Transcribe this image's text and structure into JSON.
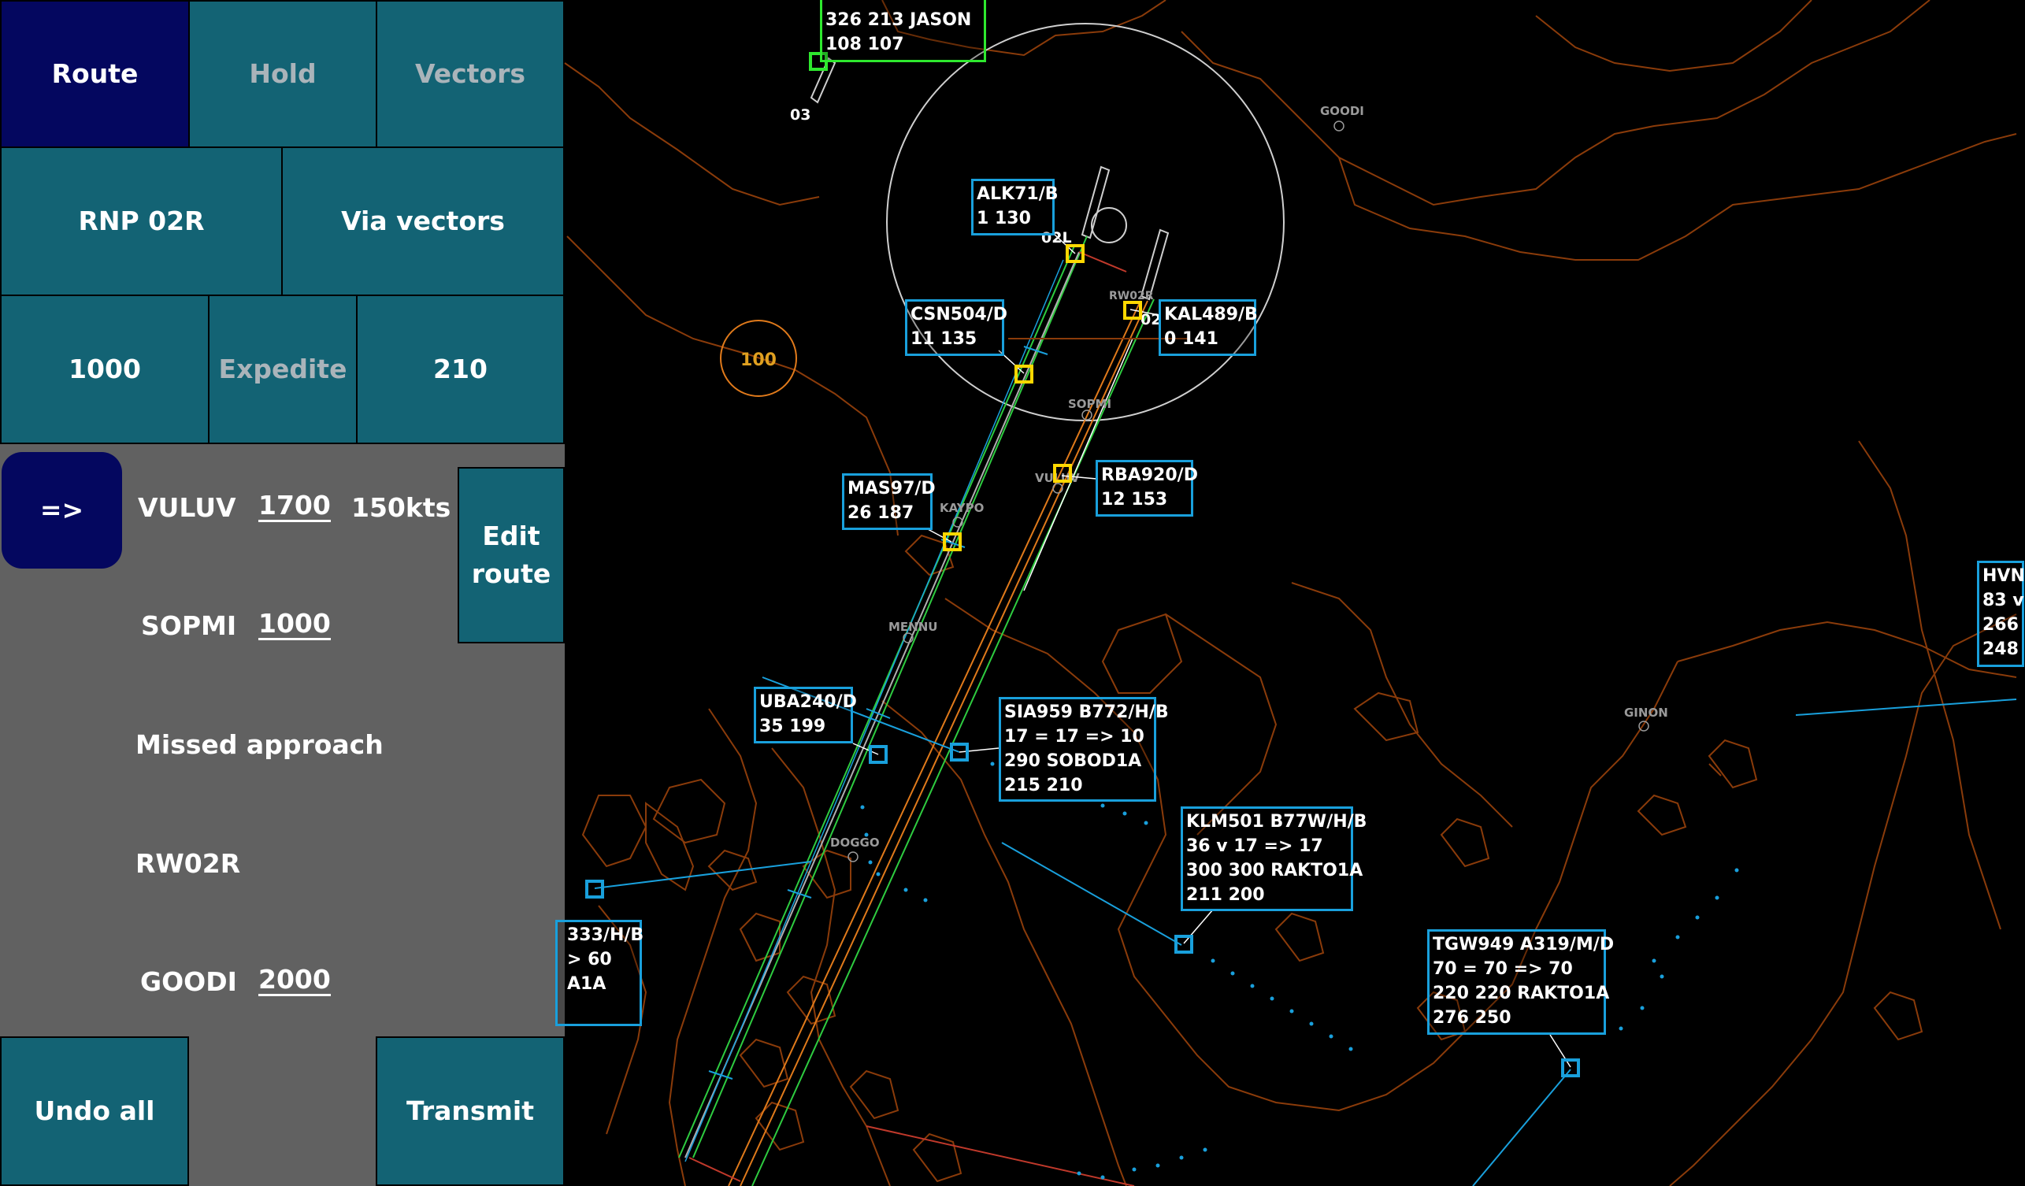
{
  "colors": {
    "panel_bg": "#616161",
    "button_bg": "#136374",
    "button_selected_bg": "#04075f",
    "label_border": "#19a0dc",
    "green_label_border": "#2ee82e",
    "yellow_target": "#ffd800",
    "blue_target": "#19a0dc",
    "coastline": "#8a3b0a"
  },
  "tabs": {
    "route": "Route",
    "hold": "Hold",
    "vectors": "Vectors"
  },
  "approach": {
    "rnp": "RNP 02R",
    "via_vectors": "Via vectors"
  },
  "clearance": {
    "altitude": "1000",
    "expedite": "Expedite",
    "speed": "210"
  },
  "route": {
    "direct_button": "=>",
    "edit_button": "Edit\nroute",
    "waypoints": [
      {
        "name": "VULUV",
        "altitude": "1700",
        "speed": "150kts"
      },
      {
        "name": "SOPMI",
        "altitude": "1000"
      },
      {
        "name": "Missed approach"
      },
      {
        "name": "RW02R"
      },
      {
        "name": "GOODI",
        "altitude": "2000"
      }
    ]
  },
  "actions": {
    "undo": "Undo all",
    "transmit": "Transmit"
  },
  "scope": {
    "zone_label": "100",
    "runway_labels": {
      "r03": "03",
      "r02l": "02L",
      "r02": "02",
      "rw02r": "RW02R"
    },
    "fixes": [
      "GOODI",
      "SOPMI",
      "VULUV",
      "KAYPO",
      "MENNU",
      "DOGGO",
      "GINON"
    ],
    "aircraft": [
      {
        "id": "top-green",
        "lines": "326 213 JASON\n108 107"
      },
      {
        "id": "alk71",
        "lines": "ALK71/B\n1 130"
      },
      {
        "id": "csn504",
        "lines": "CSN504/D\n11 135"
      },
      {
        "id": "kal489",
        "lines": "KAL489/B\n0 141"
      },
      {
        "id": "mas97",
        "lines": "MAS97/D\n26 187"
      },
      {
        "id": "rba920",
        "lines": "RBA920/D\n12 153"
      },
      {
        "id": "uba240",
        "lines": "UBA240/D\n35 199"
      },
      {
        "id": "sia959",
        "lines": "SIA959 B772/H/B\n17 = 17 => 10\n290 SOBOD1A\n215 210"
      },
      {
        "id": "klm501",
        "lines": "KLM501 B77W/H/B\n36 v 17 => 17\n300 300 RAKTO1A\n211 200"
      },
      {
        "id": "tgw949",
        "lines": "TGW949 A319/M/D\n70 = 70 => 70\n220 220 RAKTO1A\n276 250"
      },
      {
        "id": "left-cut",
        "lines": "333/H/B\n> 60\nA1A"
      },
      {
        "id": "right-cut",
        "lines": "HVN\n83 v\n266\n248"
      }
    ]
  }
}
